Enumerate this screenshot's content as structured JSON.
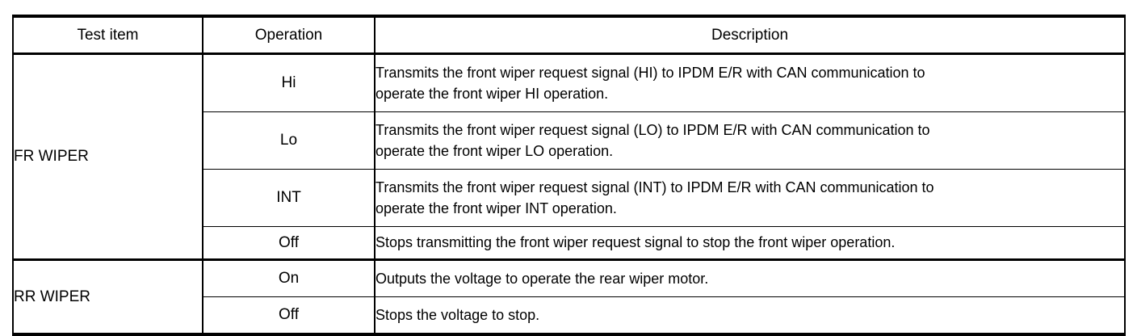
{
  "table": {
    "headers": {
      "test_item": "Test item",
      "operation": "Operation",
      "description": "Description"
    },
    "groups": [
      {
        "test_item": "FR WIPER",
        "rows": [
          {
            "operation": "Hi",
            "description_lines": [
              "Transmits the front wiper request signal (HI) to IPDM E/R with CAN communication to",
              "operate the front wiper HI operation."
            ]
          },
          {
            "operation": "Lo",
            "description_lines": [
              "Transmits the front wiper request signal (LO) to IPDM E/R with CAN communication to",
              "operate the front wiper LO operation."
            ]
          },
          {
            "operation": "INT",
            "description_lines": [
              "Transmits the front wiper request signal (INT) to IPDM E/R with CAN communication to",
              "operate the front wiper INT operation."
            ]
          },
          {
            "operation": "Off",
            "description_lines": [
              "Stops transmitting the front wiper request signal to stop the front wiper operation."
            ]
          }
        ]
      },
      {
        "test_item": "RR WIPER",
        "rows": [
          {
            "operation": "On",
            "description_lines": [
              "Outputs the voltage to operate the rear wiper motor."
            ]
          },
          {
            "operation": "Off",
            "description_lines": [
              "Stops the voltage to stop."
            ]
          }
        ]
      }
    ]
  },
  "style": {
    "text_color": "#000000",
    "background": "#ffffff",
    "border_color": "#000000"
  }
}
